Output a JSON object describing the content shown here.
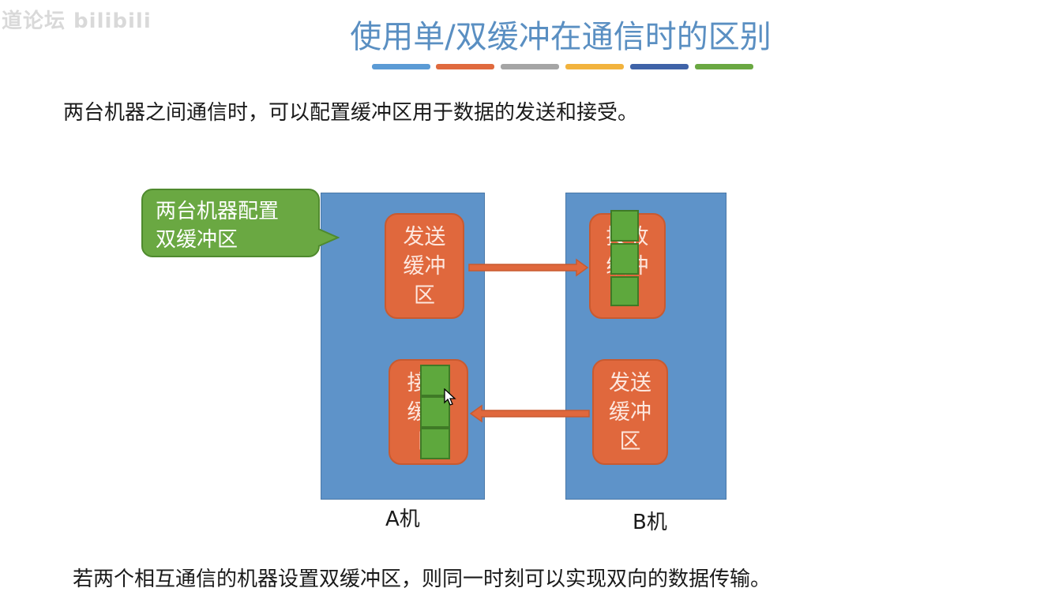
{
  "watermark": "道论坛 bilibili",
  "slide": {
    "title": "使用单/双缓冲在通信时的区别",
    "title_bar_colors": [
      "#5b9bd5",
      "#e06a3e",
      "#a5a5a5",
      "#f2b33d",
      "#3f63a8",
      "#6aa842"
    ],
    "intro": "两台机器之间通信时，可以配置缓冲区用于数据的发送和接受。",
    "footer": "若两个相互通信的机器设置双缓冲区，则同一时刻可以实现双向的数据传输。"
  },
  "callout": {
    "line1": "两台机器配置",
    "line2": "双缓冲区"
  },
  "machine_a": {
    "label": "A机",
    "send_buffer": "发送\n缓冲\n区",
    "recv_buffer": "接收\n缓冲\n区"
  },
  "machine_b": {
    "label": "B机",
    "recv_buffer": "接收\n缓冲\n区",
    "send_buffer": "发送\n缓冲\n区"
  },
  "colors": {
    "machine": "#5e93c9",
    "buffer": "#e0683d",
    "data_block": "#5ea83d",
    "title": "#5a8fc2"
  }
}
